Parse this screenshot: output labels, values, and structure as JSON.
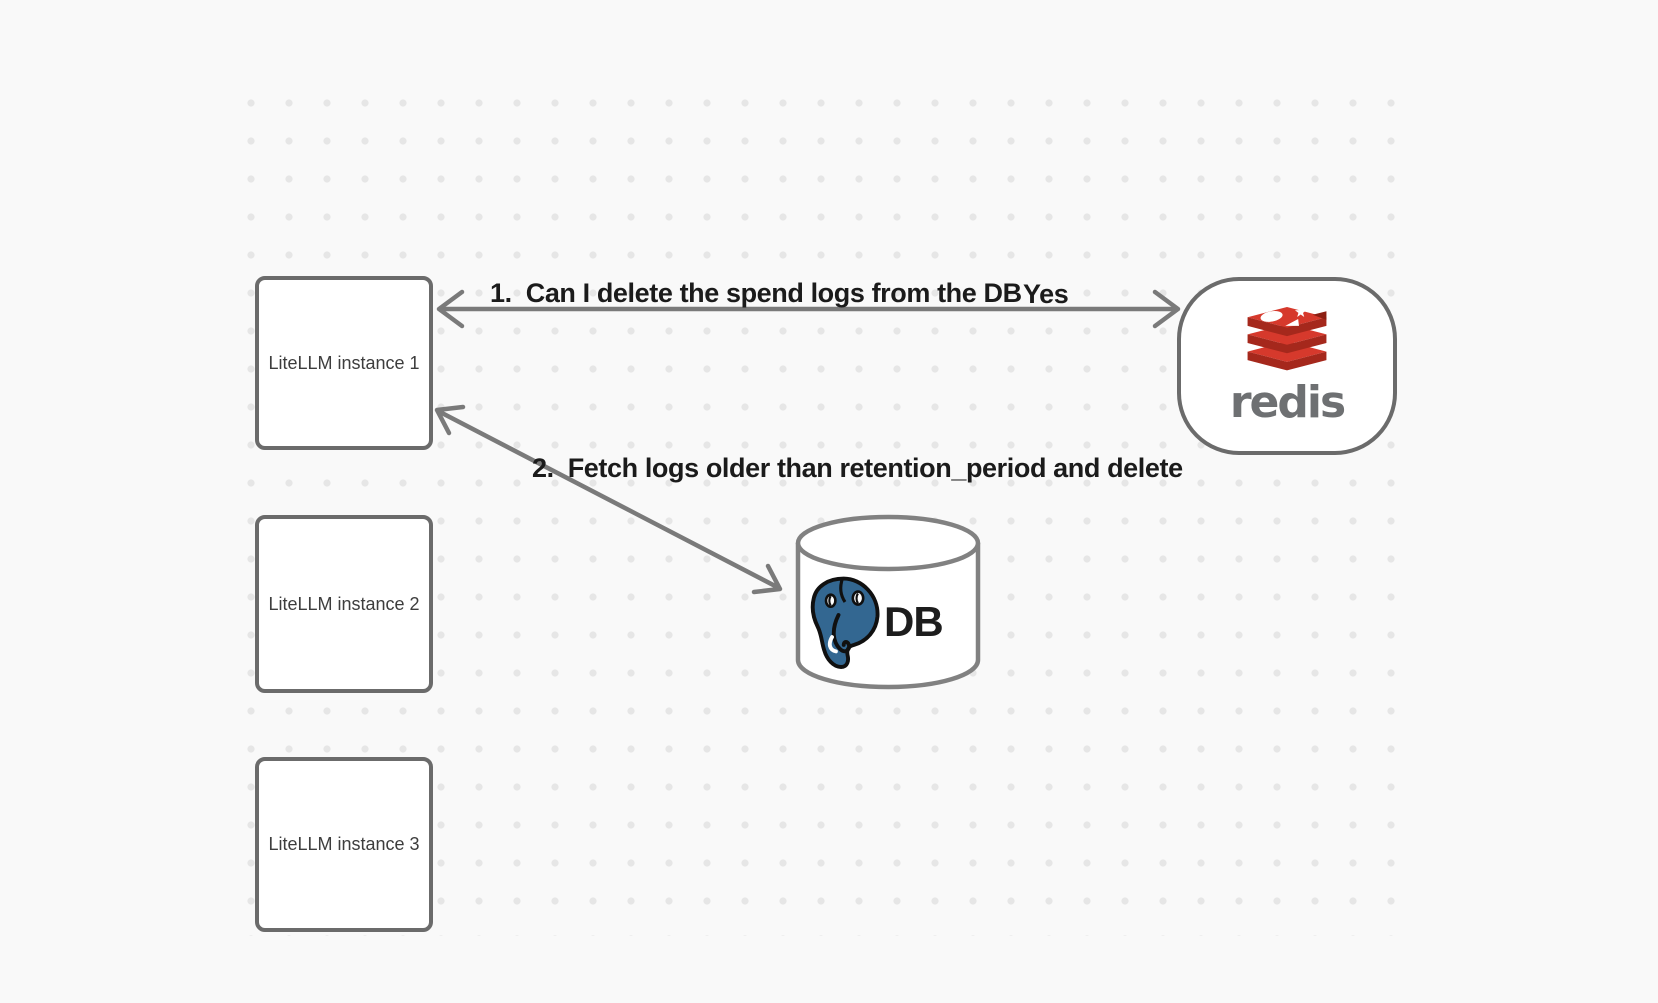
{
  "diagram": {
    "nodes": {
      "litellm1": {
        "label": "LiteLLM instance 1"
      },
      "litellm2": {
        "label": "LiteLLM instance 2"
      },
      "litellm3": {
        "label": "LiteLLM instance 3"
      },
      "redis": {
        "wordmark": "redis",
        "icon": "redis-stack-logo"
      },
      "db": {
        "label": "DB",
        "icon": "postgresql-elephant"
      }
    },
    "edges": {
      "edge1": {
        "prefix": "1.",
        "label": "Can I delete the spend logs from the DB",
        "answer": "Yes"
      },
      "edge2": {
        "prefix": "2.",
        "label": "Fetch logs older than retention_period and delete"
      }
    }
  },
  "colors": {
    "canvas_bg": "#f9f9f9",
    "dot_color": "#e6e6e6",
    "node_border": "#6b6b6b",
    "node_text": "#3d3d3d",
    "arrow_gray": "#7a7a7a",
    "label_text": "#1b1b1b",
    "redis_red": "#d6392c",
    "redis_dark_red": "#a5281c",
    "redis_rim_red": "#8c1e12",
    "redis_wordmark_gray": "#6e7072",
    "postgres_blue": "#336791",
    "db_text": "#1d1d1d",
    "cylinder_stroke": "#818181"
  }
}
